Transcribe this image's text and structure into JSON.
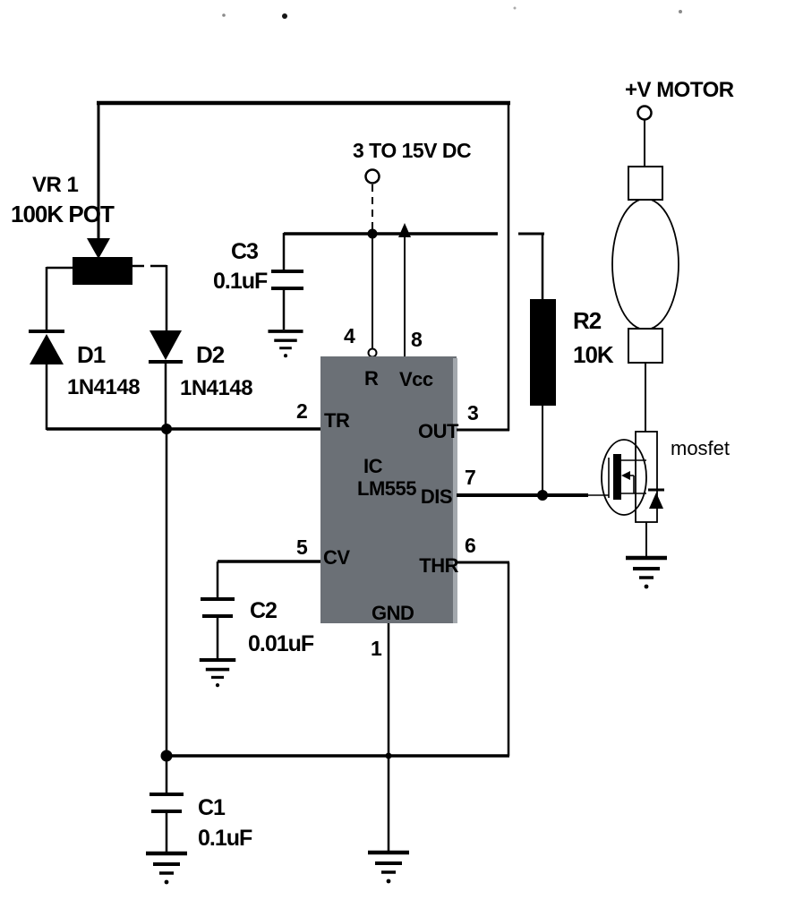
{
  "labels": {
    "supply": "3 TO 15V DC",
    "motor_supply": "+V MOTOR",
    "mosfet": "mosfet"
  },
  "components": {
    "vr1": {
      "name": "VR 1",
      "value": "100K POT"
    },
    "d1": {
      "name": "D1",
      "part": "1N4148"
    },
    "d2": {
      "name": "D2",
      "part": "1N4148"
    },
    "c1": {
      "name": "C1",
      "value": "0.1uF"
    },
    "c2": {
      "name": "C2",
      "value": "0.01uF"
    },
    "c3": {
      "name": "C3",
      "value": "0.1uF"
    },
    "r2": {
      "name": "R2",
      "value": "10K"
    },
    "ic": {
      "designator": "IC",
      "part": "LM555"
    }
  },
  "ic_pins": {
    "reset": {
      "num": "4",
      "label": "R"
    },
    "vcc": {
      "num": "8",
      "label": "Vcc"
    },
    "trigger": {
      "num": "2",
      "label": "TR"
    },
    "output": {
      "num": "3",
      "label": "OUT"
    },
    "discharge": {
      "num": "7",
      "label": "DIS"
    },
    "control_voltage": {
      "num": "5",
      "label": "CV"
    },
    "threshold": {
      "num": "6",
      "label": "THR"
    },
    "ground": {
      "num": "1",
      "label": "GND"
    }
  },
  "colors": {
    "ic_fill": "#6b7076",
    "ic_highlight": "#a3a8ad",
    "line": "#000000",
    "background": "#ffffff"
  }
}
